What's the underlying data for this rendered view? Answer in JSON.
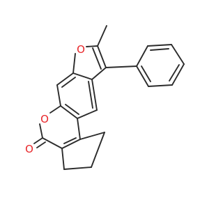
{
  "molecule": {
    "atoms": {
      "ring_oxygen": "O",
      "carbonyl_oxygen": "O",
      "furan_oxygen": "O"
    },
    "colors": {
      "bond": "#2b2b2b",
      "oxygen": "#e8262a",
      "background": "#ffffff"
    }
  }
}
